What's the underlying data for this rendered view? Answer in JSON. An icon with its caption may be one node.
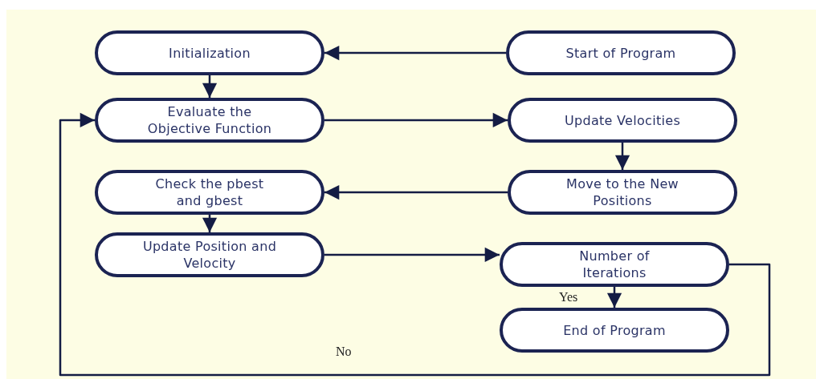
{
  "diagram": {
    "nodes": [
      {
        "text": [
          "Initialization"
        ]
      },
      {
        "text": [
          "Start of Program"
        ]
      },
      {
        "text": [
          "Evaluate the Objective Function"
        ]
      },
      {
        "text": [
          "Update Velocities"
        ]
      },
      {
        "text": [
          "Check the pbest and gbest"
        ]
      },
      {
        "text": [
          "Move to the New Positions"
        ]
      },
      {
        "text": [
          "Update Position and Velocity"
        ]
      },
      {
        "text": [
          "Number of Iterations"
        ]
      },
      {
        "text": [
          "End of Program"
        ]
      }
    ],
    "edges": [
      {
        "from": 1,
        "to": 0,
        "arrow": "to"
      },
      {
        "from": 0,
        "to": 2,
        "arrow": "to"
      },
      {
        "from": 2,
        "to": 3,
        "arrow": "to"
      },
      {
        "from": 3,
        "to": 5,
        "arrow": "to"
      },
      {
        "from": 5,
        "to": 4,
        "arrow": "to"
      },
      {
        "from": 4,
        "to": 6,
        "arrow": "to"
      },
      {
        "from": 6,
        "to": 7,
        "arrow": "to"
      },
      {
        "from": 7,
        "to": 8,
        "arrow": "to",
        "label": "Yes"
      },
      {
        "from": 7,
        "to": 2,
        "arrow": "to",
        "label": "No"
      }
    ]
  }
}
